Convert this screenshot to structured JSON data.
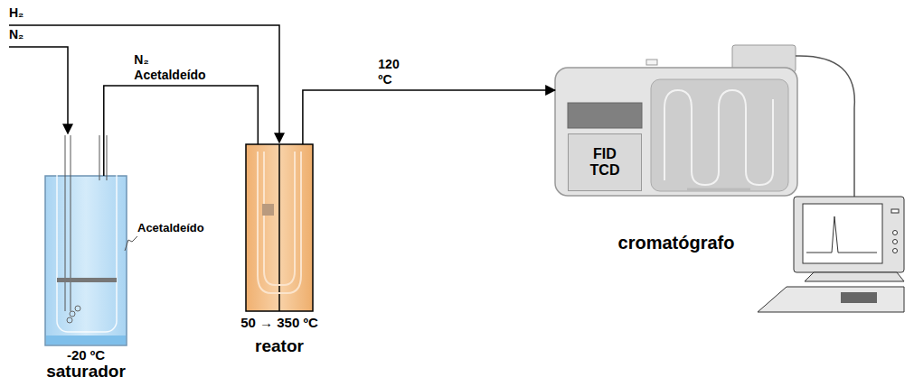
{
  "diagram": {
    "nodes": [
      {
        "text": [
          "-20 ºC",
          "saturador"
        ]
      },
      {
        "text": [
          "50 → 350 ºC",
          "reator"
        ]
      },
      {
        "text": [
          "cromatógrafo"
        ]
      },
      {
        "text": [
          "FID TCD"
        ],
        "in": 2
      }
    ],
    "edges": [
      {
        "from": 0,
        "to": 1,
        "label": "N₂ Acetaldeído",
        "arrow": "none"
      },
      {
        "from": 1,
        "to": 2,
        "label": "120 ºC",
        "arrow": "to"
      }
    ],
    "labels": [
      "H₂",
      "N₂",
      "Acetaldeído"
    ]
  }
}
